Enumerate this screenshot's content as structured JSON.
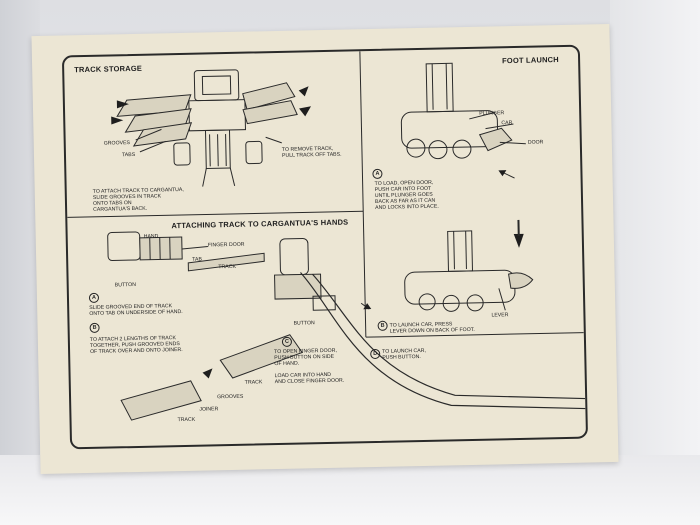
{
  "track_storage": {
    "title": "TRACK STORAGE",
    "labels": {
      "grooves": "GROOVES",
      "tabs": "TABS"
    },
    "remove_text": "TO REMOVE TRACK,\nPULL TRACK OFF TABS.",
    "attach_text": "TO ATTACH TRACK TO CARGANTUA,\nSLIDE GROOVES IN TRACK\nONTO TABS ON\nCARGANTUA'S BACK."
  },
  "foot_launch": {
    "title": "FOOT LAUNCH",
    "labels": {
      "plunger": "PLUNGER",
      "car": "CAR",
      "door": "DOOR",
      "lever": "LEVER"
    },
    "step_a": {
      "marker": "A",
      "text": "TO LOAD, OPEN DOOR,\nPUSH CAR INTO FOOT\nUNTIL PLUNGER GOES\nBACK AS FAR AS IT CAN\nAND LOCKS INTO PLACE."
    },
    "step_b": {
      "marker": "B",
      "text": "TO LAUNCH CAR, PRESS\nLEVER DOWN ON BACK OF FOOT."
    },
    "step_d": {
      "marker": "D",
      "text": "TO LAUNCH CAR,\nPUSH BUTTON."
    }
  },
  "attaching": {
    "title": "ATTACHING TRACK TO CARGANTUA'S HANDS",
    "labels": {
      "hand": "HAND",
      "finger_door": "FINGER DOOR",
      "tab": "TAB",
      "track": "TRACK",
      "button": "BUTTON",
      "button2": "BUTTON",
      "track2": "TRACK",
      "grooves": "GROOVES",
      "joiner": "JOINER",
      "track3": "TRACK"
    },
    "step_a": {
      "marker": "A",
      "text": "SLIDE GROOVED END OF TRACK\nONTO TAB ON UNDERSIDE OF HAND."
    },
    "step_b": {
      "marker": "B",
      "text": "TO ATTACH 2 LENGTHS OF TRACK\nTOGETHER, PUSH GROOVED ENDS\nOF TRACK OVER AND ONTO JOINER."
    },
    "step_c": {
      "marker": "C",
      "text": "TO OPEN FINGER DOOR,\nPUSH BUTTON ON SIDE\nOF HAND.\n\nLOAD CAR INTO HAND\nAND CLOSE FINGER DOOR."
    }
  }
}
